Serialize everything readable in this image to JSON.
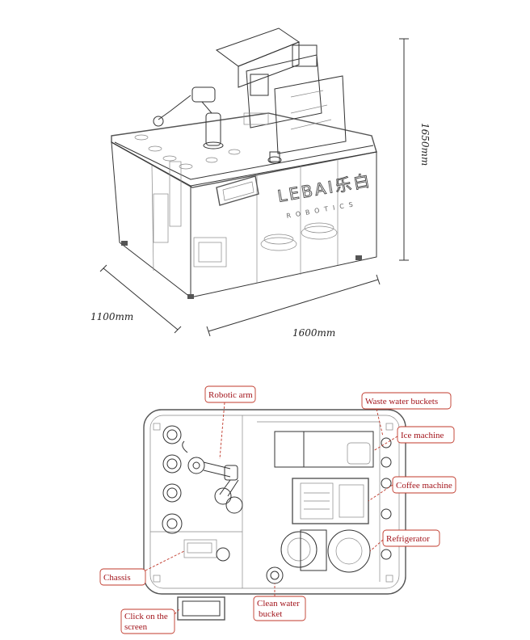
{
  "dimensions": {
    "height": "1650mm",
    "depth": "1100mm",
    "width": "1600mm"
  },
  "brand": {
    "name": "LEBAI乐白",
    "sub": "ROBOTICS"
  },
  "callouts": {
    "robotic_arm": "Robotic arm",
    "waste_water": "Waste water buckets",
    "ice_machine": "Ice machine",
    "coffee_machine": "Coffee machine",
    "refrigerator": "Refrigerator",
    "chassis": "Chassis",
    "clean_water_line1": "Clean water",
    "clean_water_line2": "bucket",
    "screen_line1": "Click on the",
    "screen_line2": "screen"
  },
  "colors": {
    "callout": "#c0392b",
    "line": "#333333"
  }
}
